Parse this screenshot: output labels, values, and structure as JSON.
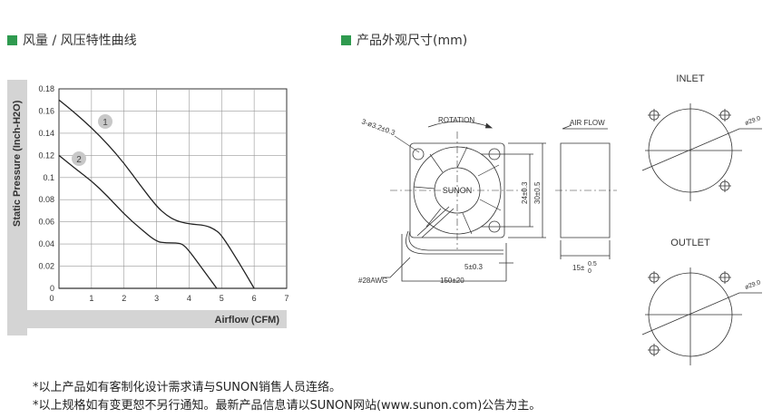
{
  "headers": {
    "curve_title": "风量 / 风压特性曲线",
    "dims_title": "产品外观尺寸(mm)",
    "accent_color": "#2f9a4f"
  },
  "chart_data": {
    "type": "line",
    "title": "风量 / 风压特性曲线",
    "xlabel": "Airflow (CFM)",
    "ylabel": "Static Pressure (Inch-H2O)",
    "xlim": [
      0,
      7
    ],
    "ylim": [
      0,
      0.18
    ],
    "xticks": [
      "0",
      "1",
      "2",
      "3",
      "4",
      "5",
      "6",
      "7"
    ],
    "yticks": [
      "0.02",
      "0.04",
      "0.06",
      "0.08",
      "0.1",
      "0.12",
      "0.14",
      "0.16",
      "0.18"
    ],
    "grid": true,
    "series": [
      {
        "name": "1",
        "x": [
          0,
          0.5,
          1,
          1.5,
          2,
          2.5,
          3,
          3.3,
          3.6,
          4,
          4.5,
          4.8,
          5,
          5.5,
          6
        ],
        "y": [
          0.17,
          0.158,
          0.145,
          0.13,
          0.113,
          0.093,
          0.074,
          0.066,
          0.061,
          0.058,
          0.057,
          0.053,
          0.048,
          0.025,
          0
        ]
      },
      {
        "name": "2",
        "x": [
          0,
          0.5,
          1,
          1.5,
          2,
          2.5,
          3,
          3.3,
          3.6,
          3.8,
          4,
          4.4,
          4.85
        ],
        "y": [
          0.12,
          0.108,
          0.097,
          0.083,
          0.067,
          0.054,
          0.042,
          0.041,
          0.041,
          0.04,
          0.034,
          0.018,
          0
        ]
      }
    ]
  },
  "drawing": {
    "hole_label": "3-ø3.2±0.3",
    "rotation_label": "ROTATION",
    "brand_label": "SUNON",
    "airflow_label": "AIR FLOW",
    "dim_inner": "24±0.3",
    "dim_outer": "30±0.5",
    "dim_thickness": "15±",
    "dim_thickness_upper": "0.5",
    "dim_thickness_lower": "0",
    "wire_label": "#28AWG",
    "dim_strip": "5±0.3",
    "dim_lead": "150±20",
    "inlet_label": "INLET",
    "outlet_label": "OUTLET",
    "diameter_label": "ø29.0"
  },
  "notes": [
    "*以上产品如有客制化设计需求请与SUNON销售人员连络。",
    "*以上规格如有变更恕不另行通知。最新产品信息请以SUNON网站(www.sunon.com)公告为主。"
  ]
}
